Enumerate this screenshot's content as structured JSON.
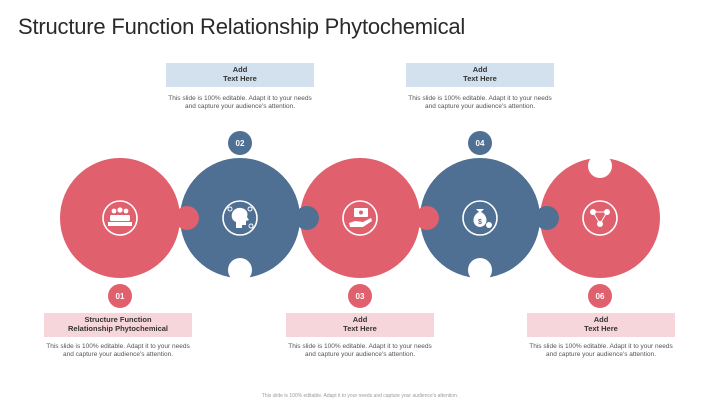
{
  "title": "Structure Function Relationship Phytochemical",
  "colors": {
    "red": "#e0606e",
    "blue": "#4f6f93",
    "icon_ring": "#ffffff"
  },
  "steps": [
    {
      "number": "01",
      "color": "red",
      "icon": "people-group-icon",
      "label_line1": "Structure Function",
      "label_line2": "Relationship Phytochemical",
      "description": "This slide is 100% editable. Adapt it to your needs and capture your audience's attention."
    },
    {
      "number": "02",
      "color": "blue",
      "icon": "head-gears-icon",
      "label_line1": "Add",
      "label_line2": "Text Here",
      "description": "This slide is 100% editable. Adapt it to your needs and capture your audience's attention."
    },
    {
      "number": "03",
      "color": "red",
      "icon": "hand-money-icon",
      "label_line1": "Add",
      "label_line2": "Text Here",
      "description": "This slide is 100% editable. Adapt it to your needs and capture your audience's attention."
    },
    {
      "number": "04",
      "color": "blue",
      "icon": "money-bag-icon",
      "label_line1": "Add",
      "label_line2": "Text Here",
      "description": "This slide is 100% editable. Adapt it to your needs and capture your audience's attention."
    },
    {
      "number": "06",
      "color": "red",
      "icon": "network-nodes-icon",
      "label_line1": "Add",
      "label_line2": "Text Here",
      "description": "This slide is 100% editable. Adapt it to your needs and capture your audience's attention."
    }
  ],
  "footer": "This slide is 100% editable. Adapt it to your needs and capture your audience's attention."
}
